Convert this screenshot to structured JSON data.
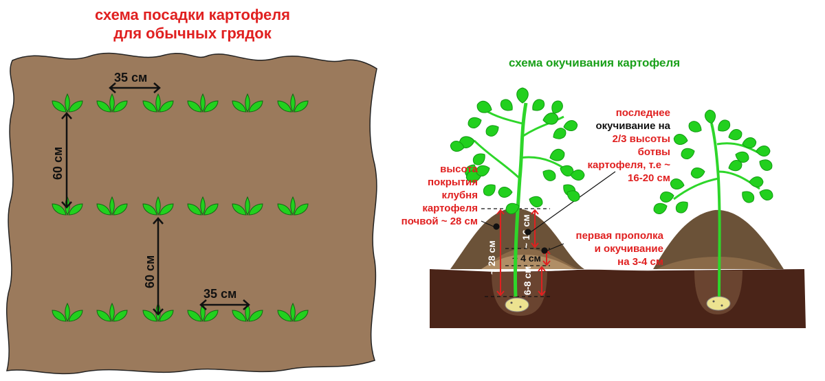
{
  "left": {
    "title_line1": "схема посадки картофеля",
    "title_line2": "для обычных грядок",
    "row_spacing_label_top": "35 см",
    "row_spacing_label_bottom": "35 см",
    "col_spacing_label_top": "60 см",
    "col_spacing_label_bottom": "60 см",
    "plants_per_row": 6,
    "rows": 3
  },
  "right": {
    "title": "схема окучивания картофеля",
    "left_note": [
      "высота",
      "покрытия",
      "клубня",
      "картофеля",
      "почвой ~ 28 см"
    ],
    "top_note_red1": "последнее",
    "top_note_black": "окучивание на",
    "top_note_red2": [
      "2/3 высоты",
      "ботвы",
      "картофеля, т.е ~",
      "16-20 см"
    ],
    "mid_note": [
      "первая прополка",
      "и окучивание",
      "на 3-4 см"
    ],
    "dim_28": "~ 28 см",
    "dim_16": "~ 16 см",
    "dim_4": "~ 4 см",
    "dim_68": "6-8 см"
  },
  "colors": {
    "soil_light": "#9b7a5c",
    "soil_dark": "#4a2418",
    "hill_dark": "#6b5238",
    "hill_mid": "#8a6a48",
    "hill_light": "#b08e66",
    "leaf": "#22d01e",
    "stem": "#2ed62a",
    "arrow_red": "#e02020",
    "title_red": "#e02020",
    "title_green": "#1aa01a"
  }
}
